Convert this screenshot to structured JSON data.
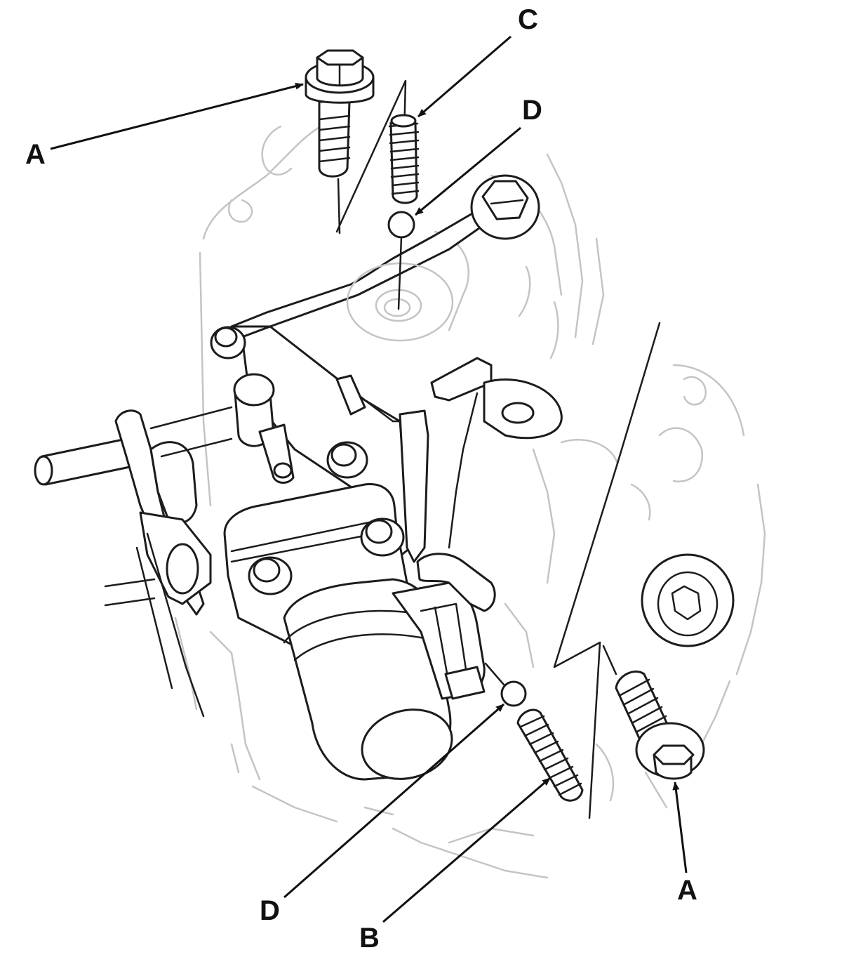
{
  "callouts": [
    {
      "id": "a-top",
      "letter": "A"
    },
    {
      "id": "c",
      "letter": "C"
    },
    {
      "id": "d-top",
      "letter": "D"
    },
    {
      "id": "d-bottom",
      "letter": "D"
    },
    {
      "id": "b",
      "letter": "B"
    },
    {
      "id": "a-bottom",
      "letter": "A"
    }
  ],
  "colors": {
    "ink": "#1c1c1c",
    "ghost": "#c4c4c4",
    "background": "#ffffff"
  }
}
